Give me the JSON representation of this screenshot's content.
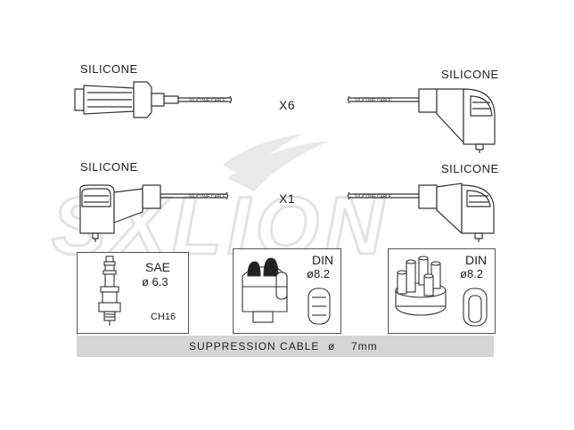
{
  "labels": {
    "silicone_top_left": "SILICONE",
    "silicone_top_right": "SILICONE",
    "silicone_mid_left": "SILICONE",
    "silicone_mid_right": "SILICONE",
    "qty_x6": "X6",
    "qty_x1": "X1"
  },
  "cable_print": {
    "top_left": "SILICONE CABLE",
    "top_right": "SILICONE CABLE",
    "mid_left": "SILICONE CABLE",
    "mid_right": "SILICONE CABLE"
  },
  "watermark_text": "SXLION",
  "boxes": {
    "sae": {
      "line1": "SAE",
      "line2": "ø 6.3",
      "line3": "CH16"
    },
    "din_left": {
      "line1": "DIN",
      "line2": "ø8.2"
    },
    "din_right": {
      "line1": "DIN",
      "line2": "ø8.2"
    }
  },
  "footer": {
    "text": "SUPPRESSION CABLE",
    "symbol": "ø",
    "size": "7mm"
  },
  "colors": {
    "line": "#333333",
    "watermark": "#e6e6e6",
    "bar": "#d6d6d6"
  }
}
